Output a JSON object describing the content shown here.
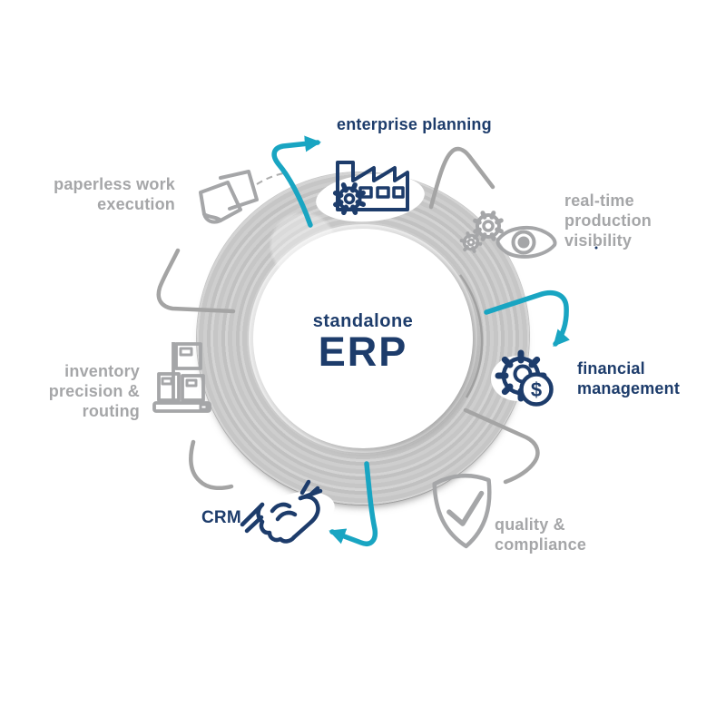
{
  "diagram": {
    "center": {
      "subtitle": "standalone",
      "title": "ERP"
    },
    "labels": {
      "enterprise": {
        "line1": "enterprise planning"
      },
      "realtime": {
        "line1": "real-time",
        "line2": "production",
        "line3": "visibility"
      },
      "financial": {
        "line1": "financial",
        "line2": "management"
      },
      "quality": {
        "line1": "quality &",
        "line2": "compliance"
      },
      "crm": {
        "line1": "CRM"
      },
      "inventory": {
        "line1": "inventory",
        "line2": "precision &",
        "line3": "routing"
      },
      "paperless": {
        "line1": "paperless work",
        "line2": "execution"
      }
    },
    "icons": {
      "dollar": "$",
      "names": [
        "factory-icon",
        "gears-eye-icon",
        "gear-dollar-icon",
        "shield-check-icon",
        "handshake-icon",
        "boxes-handtruck-icon",
        "paper-sheets-icon"
      ]
    },
    "colors": {
      "navy": "#1d3c6b",
      "teal": "#19a5c2",
      "gray_text": "#a5a6a8",
      "gray_line": "#a4a4a4",
      "ring_gray": "#c9c9c9"
    }
  }
}
